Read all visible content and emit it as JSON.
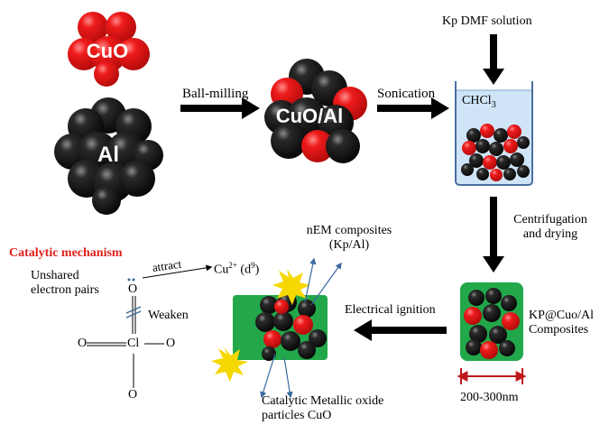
{
  "labels": {
    "cuo": "CuO",
    "al": "Al",
    "cuo_al": "CuO/Al",
    "ball_milling": "Ball-milling",
    "sonication": "Sonication",
    "kp_dmf": "Kp DMF solution",
    "chcl3_main": "CHCl",
    "chcl3_sub": "3",
    "centrifugation_1": "Centrifugation",
    "centrifugation_2": "and drying",
    "kp_composite_1": "KP@Cuo/Al",
    "kp_composite_2": "Composites",
    "size": "200-300nm",
    "electrical_ignition": "Electrical ignition",
    "nem_1": "nEM composites",
    "nem_2": "(Kp/Al)",
    "catalytic_oxide_1": "Catalytic Metallic oxide",
    "catalytic_oxide_2": "particles CuO",
    "catalytic_mechanism": "Catalytic mechanism",
    "unshared_1": "Unshared",
    "unshared_2": "electron pairs",
    "attract": "attract",
    "cu_ion_base": "Cu",
    "cu_ion_sup": "2+",
    "cu_ion_d": " (d",
    "cu_ion_d_sup": "9",
    "cu_ion_close": ")",
    "weaken": "Weaken",
    "cl": "Cl",
    "o_top": "O",
    "o_left": "O",
    "o_right": "O",
    "o_bottom": "O"
  },
  "colors": {
    "red_particle": "#e8171c",
    "black_particle": "#111111",
    "green_box": "#22a84a",
    "beaker_liquid": "#cfe4f7",
    "beaker_border": "#4a6fa0",
    "arrow": "#000000",
    "size_arrow": "#c0171c",
    "spark": "#f5d800",
    "mechanism_red": "#e0201b",
    "thin_arrow": "#3b6aa0"
  }
}
